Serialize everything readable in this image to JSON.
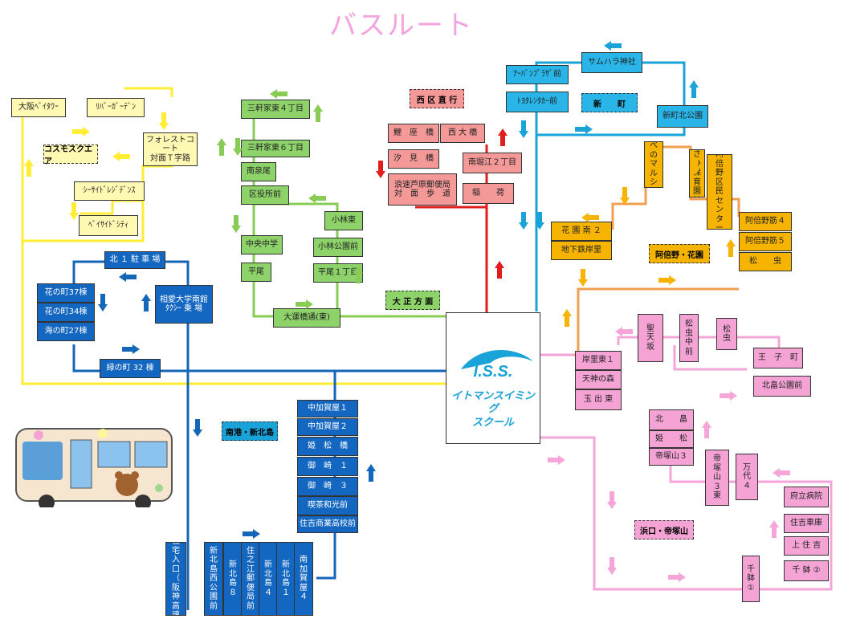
{
  "title": "バスルート",
  "colors": {
    "yellow_line": "#ffee33",
    "yellow_fill": "#fff9b3",
    "green_line": "#88cc55",
    "green_fill": "#8dd36a",
    "red_line": "#e11d1d",
    "red_fill": "#f59898",
    "cyan_line": "#1aa3d8",
    "cyan_fill": "#29b5e8",
    "orange_line": "#f0a050",
    "orange_fill": "#f6b400",
    "blue_line": "#1466b8",
    "blue_fill": "#1367c0",
    "pink_line": "#f6a5d8",
    "pink_fill": "#f5a3d5"
  },
  "school": {
    "logo": "I.S.S.",
    "name": "イトマンスイミング\nスクール"
  },
  "labels": {
    "kosmo": "コスモスクエア",
    "nishiku": "西 区 直 行",
    "shinmachi": "新　　町",
    "taisho": "大 正 方 面",
    "abeno": "阿倍野・花園",
    "nanko": "南港・新北島",
    "hamaguchi": "浜口・帝塚山"
  },
  "stops": {
    "osaka_baytower": "大阪ﾍﾞｲﾀﾜｰ",
    "river_garden": "ﾘﾊﾞｰｶﾞｰﾃﾞﾝ",
    "forest_court": "フォレストコート\n対面Ｔ字路",
    "seaside_residence": "ｼｰｻｲﾄﾞﾚｼﾞﾃﾞﾝｽ",
    "bayside_city": "ﾍﾞｲｻｲﾄﾞｼﾃｨ",
    "sangenya4": "三軒家東４丁目",
    "sangenya6": "三軒家東６丁目",
    "minami_izumio": "南泉尾",
    "kuyakusho": "区役所前",
    "chuo_jh": "中央中学",
    "hirao": "平尾",
    "kobayashi_higashi": "小林東",
    "kobayashi_park": "小林公園前",
    "hirao1": "平尾１丁目",
    "taisho_bashi": "大運橋通(東)",
    "kizazubashi": "鯉　座　橋",
    "nishiohashi": "西 大 橋",
    "shiomibashi": "汐　見　橋",
    "minamihorie2": "南堀江２丁目",
    "namihaya_post": "浪速芦原郵便局\n対　面　歩　道",
    "inari": "稲　　荷",
    "samuhara": "サムハラ神社",
    "urban_plaza": "ｱｰﾊﾞﾝﾌﾟﾗｻﾞ前",
    "toyota_rent": "ﾄﾖﾀﾚﾝﾀｶｰ前",
    "shinmachi_kita": "新町北公園",
    "abeno_maruchi": "あべのマルシェ",
    "asahi_hospital": "阿さひ保育園前",
    "abeno_center": "阿倍野区民センター",
    "hanazono2": "花 園 南 ２",
    "chikatetsu_kishinosato": "地下鉄岸里",
    "abeno_suji4": "阿倍野筋４",
    "abeno_suji5": "阿倍野筋５",
    "matsumushi_o": "松　　虫",
    "kita1_parking": "北 １ 駐 車 場",
    "hananomachi37": "花の町37棟",
    "hananomachi34": "花の町34棟",
    "uminomachi27": "海の町27棟",
    "osaka_univ_hosp": "相愛大学南館\nﾀｸｼｰ 乗 場",
    "midorinomachi32": "緑の町 32 棟",
    "nakakagaya1": "中加賀屋１",
    "nakakagaya2": "中加賀屋２",
    "sumatsubashi": "姫　松　橋",
    "misaki1": "御　崎　１",
    "misaki3": "御　崎　３",
    "kissa": "喫茶和光前",
    "suminoe_high": "住吉商業高校前",
    "nanko_juutaku": "南港住宅入口（阪神高速側）",
    "shinkita_park": "新北島西公園前",
    "shinkitajima8": "新北島８",
    "suminoe_post": "住之江郵便局前",
    "shinkitajima4": "新北島４",
    "shinkitajima1": "新北島１",
    "minami_kagaya4": "南加賀屋４",
    "seitenzaka": "聖天坂",
    "matsumushi_naka": "松虫中前",
    "matsumushi_p": "松虫",
    "oji_cho": "王　子　町",
    "kitabatake_park": "北畠公園前",
    "kishinosato_higashi1": "岸里東１",
    "tenjinnomori": "天神の森",
    "tamade_higashi": "玉 出 東",
    "kitabatake": "北　　畠",
    "himematsu": "姫　　松",
    "tezukayama3": "帝塚山３",
    "tezukayama3_higashi": "帝塚山３東",
    "mandai4": "万代４",
    "furitsu_hospital": "府立病院",
    "sumiyoshi_garage": "住吉車庫",
    "kamisumiyoshi": "上 住 吉",
    "senbon2": "千 躰 ②",
    "senbon1": "千躰①"
  }
}
